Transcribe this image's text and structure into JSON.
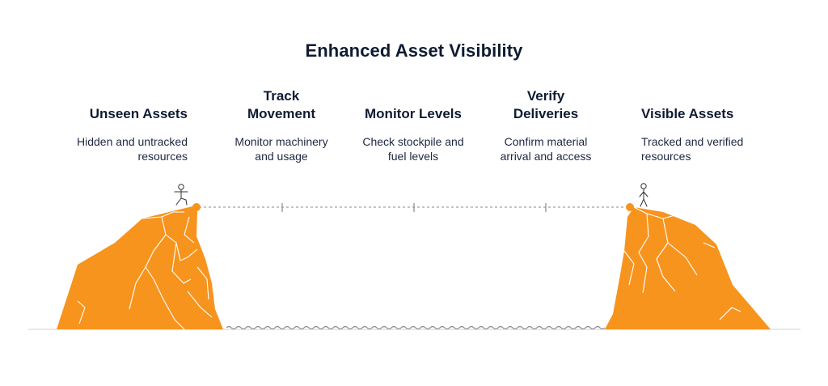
{
  "title": "Enhanced Asset Visibility",
  "steps": [
    {
      "heading_lines": [
        "Unseen Assets"
      ],
      "description_lines": [
        "Hidden and untracked",
        "resources"
      ]
    },
    {
      "heading_lines": [
        "Track",
        "Movement"
      ],
      "description_lines": [
        "Monitor machinery",
        "and usage"
      ]
    },
    {
      "heading_lines": [
        "Monitor Levels"
      ],
      "description_lines": [
        "Check stockpile and",
        "fuel levels"
      ]
    },
    {
      "heading_lines": [
        "Verify",
        "Deliveries"
      ],
      "description_lines": [
        "Confirm material",
        "arrival and access"
      ]
    },
    {
      "heading_lines": [
        "Visible Assets"
      ],
      "description_lines": [
        "Tracked and verified",
        "resources"
      ]
    }
  ],
  "colors": {
    "cliff": "#f7941d",
    "cliff_line": "#ffffff",
    "text": "#0f1b33",
    "rope": "#8a8a8a",
    "water": "#8a8a8a",
    "ground": "#cfcfcf"
  },
  "icons": [
    "person-walking-icon",
    "person-standing-icon"
  ]
}
